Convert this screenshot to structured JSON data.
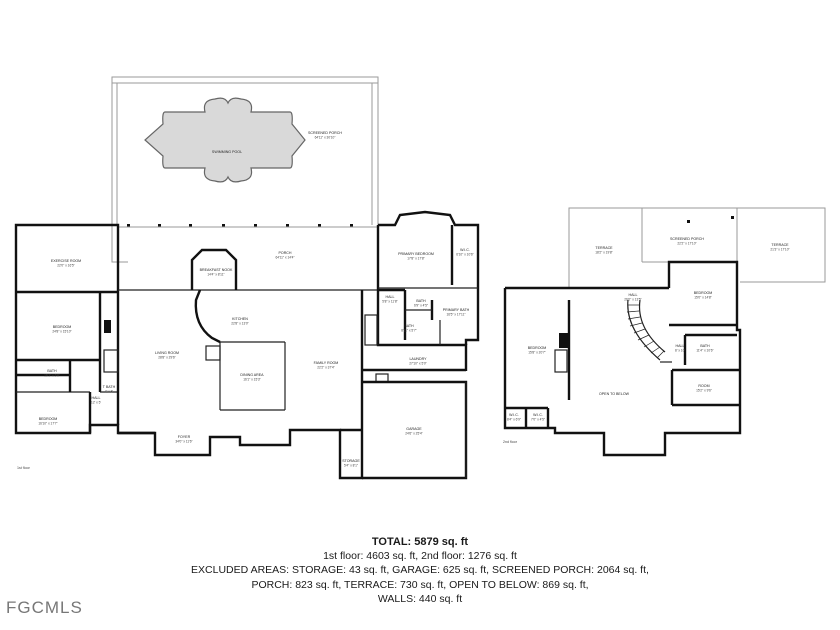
{
  "floors": {
    "first": {
      "label": "1st floor",
      "rooms": [
        {
          "id": "exercise",
          "name": "EXERCISE ROOM",
          "dims": "22'0\" x 16'5\""
        },
        {
          "id": "bedroom_west",
          "name": "BEDROOM",
          "dims": "24'8\" x 15'10\""
        },
        {
          "id": "bath_west",
          "name": "BATH",
          "dims": "16'1\" x 5'8\""
        },
        {
          "id": "bedroom_sw",
          "name": "BEDROOM",
          "dims": "16'10\" x 17'7\""
        },
        {
          "id": "t_bath",
          "name": "T BATH",
          "dims": "7' x 8'"
        },
        {
          "id": "hall_sw",
          "name": "HALL",
          "dims": "12' x 5'"
        },
        {
          "id": "living",
          "name": "LIVING ROOM",
          "dims": "28'8\" x 29'6\""
        },
        {
          "id": "foyer",
          "name": "FOYER",
          "dims": "34'0\" x 11'6\""
        },
        {
          "id": "breakfast",
          "name": "BREAKFAST NOOK",
          "dims": "14'4\" x 8'11\""
        },
        {
          "id": "kitchen",
          "name": "KITCHEN",
          "dims": "22'8\" x 13'0\""
        },
        {
          "id": "dining",
          "name": "DINING AREA",
          "dims": "16'1\" x 15'3\""
        },
        {
          "id": "family",
          "name": "FAMILY ROOM",
          "dims": "22'2\" x 37'4\""
        },
        {
          "id": "porch",
          "name": "PORCH",
          "dims": "64'11\" x 14'4\""
        },
        {
          "id": "screened_porch_1",
          "name": "SCREENED PORCH",
          "dims": "64'11\" x 30'10\""
        },
        {
          "id": "pool",
          "name": "SWIMMING POOL",
          "dims": ""
        },
        {
          "id": "primary_bedroom",
          "name": "PRIMARY BEDROOM",
          "dims": "17'8\" x 17'8\""
        },
        {
          "id": "wic_1",
          "name": "W.I.C.",
          "dims": "6'10\" x 10'6\""
        },
        {
          "id": "hall_1",
          "name": "HALL",
          "dims": "5'8\" x 11'8\""
        },
        {
          "id": "bath_1",
          "name": "BATH",
          "dims": "6'9\" x 4'5\""
        },
        {
          "id": "primary_bath",
          "name": "PRIMARY BATH",
          "dims": "16'5\" x 17'11\""
        },
        {
          "id": "bath_2",
          "name": "BATH",
          "dims": "8'11\" x 5'7\""
        },
        {
          "id": "laundry",
          "name": "LAUNDRY",
          "dims": "27'10\" x 5'0\""
        },
        {
          "id": "garage",
          "name": "GARAGE",
          "dims": "24'6\" x 25'4\""
        },
        {
          "id": "storage",
          "name": "STORAGE",
          "dims": "5'4\" x 8'1\""
        }
      ]
    },
    "second": {
      "label": "2nd floor",
      "rooms": [
        {
          "id": "terrace_1",
          "name": "TERRACE",
          "dims": "18'2\" x 19'8\""
        },
        {
          "id": "screened_porch_2",
          "name": "SCREENED PORCH",
          "dims": "22'2\" x 17'10\""
        },
        {
          "id": "terrace_2",
          "name": "TERRACE",
          "dims": "21'3\" x 17'10\""
        },
        {
          "id": "bedroom_2a",
          "name": "BEDROOM",
          "dims": "15'0\" x 14'8\""
        },
        {
          "id": "hall_2",
          "name": "HALL",
          "dims": "26'0\" x 13'5\""
        },
        {
          "id": "bedroom_2b",
          "name": "BEDROOM",
          "dims": "15'8\" x 20'7\""
        },
        {
          "id": "hall_2b",
          "name": "HALL",
          "dims": "8' x 10'"
        },
        {
          "id": "bath_3",
          "name": "BATH",
          "dims": "11'4\" x 10'6\""
        },
        {
          "id": "room_2",
          "name": "ROOM",
          "dims": "15'2\" x 9'6\""
        },
        {
          "id": "open_below",
          "name": "OPEN TO BELOW",
          "dims": ""
        },
        {
          "id": "wic_2",
          "name": "W.I.C.",
          "dims": "8'4\" x 6'9\""
        },
        {
          "id": "wic_3",
          "name": "W.I.C.",
          "dims": "7'0\" x 4'5\""
        }
      ]
    }
  },
  "summary": {
    "total": "TOTAL: 5879 sq. ft",
    "line1": "1st floor: 4603 sq. ft, 2nd floor: 1276 sq. ft",
    "line2": "EXCLUDED AREAS: STORAGE: 43 sq. ft, GARAGE: 625 sq. ft, SCREENED PORCH: 2064 sq. ft,",
    "line3": "PORCH: 823 sq. ft, TERRACE: 730 sq. ft, OPEN TO BELOW: 869 sq. ft,",
    "line4": "WALLS: 440 sq. ft"
  },
  "watermark": "FGCMLS"
}
